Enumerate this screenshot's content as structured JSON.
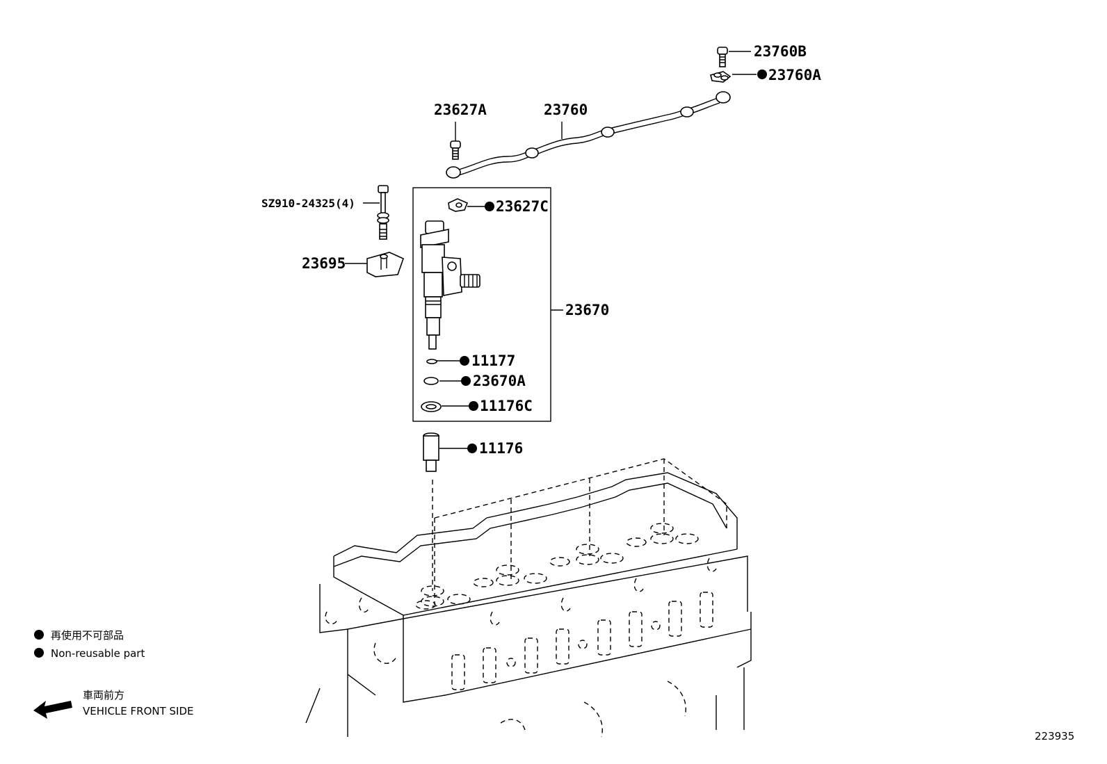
{
  "parts": {
    "p23760B": "23760B",
    "p23760A": "23760A",
    "p23627A": "23627A",
    "p23760": "23760",
    "pSZ910": "SZ910-24325(4)",
    "p23627C": "23627C",
    "p23695": "23695",
    "p23670": "23670",
    "p11177": "11177",
    "p23670A": "23670A",
    "p11176C": "11176C",
    "p11176": "11176"
  },
  "legend": {
    "non_reusable_jp": "再使用不可部品",
    "non_reusable_en": "Non-reusable part",
    "front_jp": "車両前方",
    "front_en": "VEHICLE FRONT SIDE"
  },
  "diagram_id": "223935"
}
